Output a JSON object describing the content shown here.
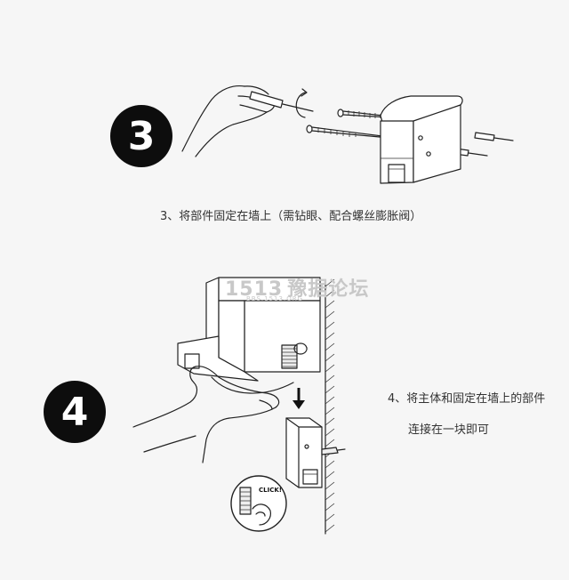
{
  "steps": [
    {
      "number": "3",
      "caption": "3、将部件固定在墙上（需钻眼、配合螺丝膨胀阀）"
    },
    {
      "number": "4",
      "caption_line1": "4、将主体和固定在墙上的部件",
      "caption_line2": "连接在一块即可"
    }
  ],
  "watermark": {
    "logo": "1513",
    "text": "豫据论坛",
    "url": "BBS.1513.ORG"
  },
  "callout": {
    "label": "CLICK!"
  }
}
